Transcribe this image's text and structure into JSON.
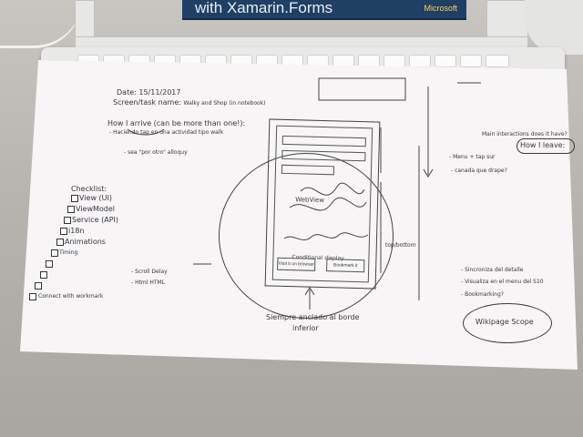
{
  "book_cover": {
    "title": "with Xamarin.Forms",
    "badge": "Microsoft"
  },
  "paper": {
    "date_label": "Date:",
    "date_value": "15/11/2017",
    "screen_label": "Screen/task name:",
    "screen_value": "Walky and Shop (in notebook)",
    "arrive_label": "How I arrive (can be more than one!):",
    "arrive_notes": [
      "- Haciendo tap en una actividad tipo walk",
      "- sea \"por otro\" alloquy"
    ],
    "leave_label": "How I leave:",
    "leave_question": "Main interactions does it have?",
    "leave_notes": [
      "- Menu + tap sur",
      "- canada que drape?"
    ],
    "right_notes": [
      "- Sincroniza del detalle",
      "- Visualiza en el menu del S10",
      "- Bookmarking?"
    ],
    "circle_note": "Wikipage Scope",
    "checklist_title": "Checklist:",
    "checklist": [
      "View (UI)",
      "ViewModel",
      "Service (API)",
      "i18n",
      "Animations",
      "Timing",
      "",
      "",
      "",
      "Connect with workmark"
    ],
    "phone_sketch": {
      "webview_label": "WebView",
      "conditional_label": "Conditional display",
      "button_left": "Visit it on browser",
      "button_right": "Bookmark it",
      "bottom_note_line1": "Siempre anclado al borde",
      "bottom_note_line2": "inferior",
      "left_notes": [
        "- Scroll Delay",
        "- Html HTML"
      ],
      "right_note": "top/bottom"
    }
  }
}
